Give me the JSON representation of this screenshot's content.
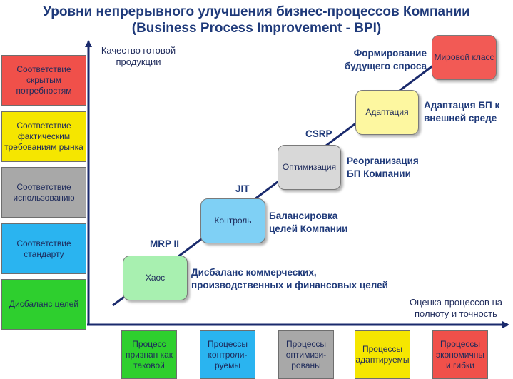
{
  "title": {
    "line1": "Уровни непрерывного улучшения бизнес-процессов Компании",
    "line2": "(Business Process Improvement - BPI)"
  },
  "axes": {
    "y_label_line1": "Качество готовой",
    "y_label_line2": "продукции",
    "x_label_line1": "Оценка процессов на",
    "x_label_line2": "полноту и точность"
  },
  "left_levels": [
    {
      "label": "Соответствие скрытым потребностям",
      "color": "#f0504a"
    },
    {
      "label": "Соответствие фактическим требованиям рынка",
      "color": "#f5e600"
    },
    {
      "label": "Соответствие использованию",
      "color": "#a8a8a8"
    },
    {
      "label": "Соответствие стандарту",
      "color": "#2ab4f0"
    },
    {
      "label": "Дисбаланс целей",
      "color": "#2ecf2e"
    }
  ],
  "bottom_levels": [
    {
      "label": "Процесс признан как таковой",
      "color": "#2ecf2e"
    },
    {
      "label": "Процессы контроли-руемы",
      "color": "#2ab4f0"
    },
    {
      "label": "Процессы оптимизи-рованы",
      "color": "#a8a8a8"
    },
    {
      "label": "Процессы адаптируемы",
      "color": "#f5e600"
    },
    {
      "label": "Процессы экономичны и гибки",
      "color": "#f0504a"
    }
  ],
  "stages": [
    {
      "label": "Хаос",
      "color": "#a8f0b0",
      "desc_line1": "Дисбаланс коммерческих,",
      "desc_line2": "производственных и финансовых целей"
    },
    {
      "label": "Контроль",
      "color": "#7fd0f5",
      "desc_line1": "Балансировка",
      "desc_line2": "целей Компании"
    },
    {
      "label": "Оптимизация",
      "color": "#d8d8d8",
      "desc_line1": "Реорганизация",
      "desc_line2": "БП Компании"
    },
    {
      "label": "Адаптация",
      "color": "#fdf7a0",
      "desc_line1": "Адаптация БП к",
      "desc_line2": "внешней среде"
    },
    {
      "label": "Мировой класс",
      "color": "#f25a55",
      "desc_line1": "Формирование",
      "desc_line2": "будущего спроса"
    }
  ],
  "transitions": [
    "MRP II",
    "JIT",
    "CSRP"
  ],
  "colors": {
    "title": "#1f3a7a",
    "line": "#1a2a6c"
  }
}
